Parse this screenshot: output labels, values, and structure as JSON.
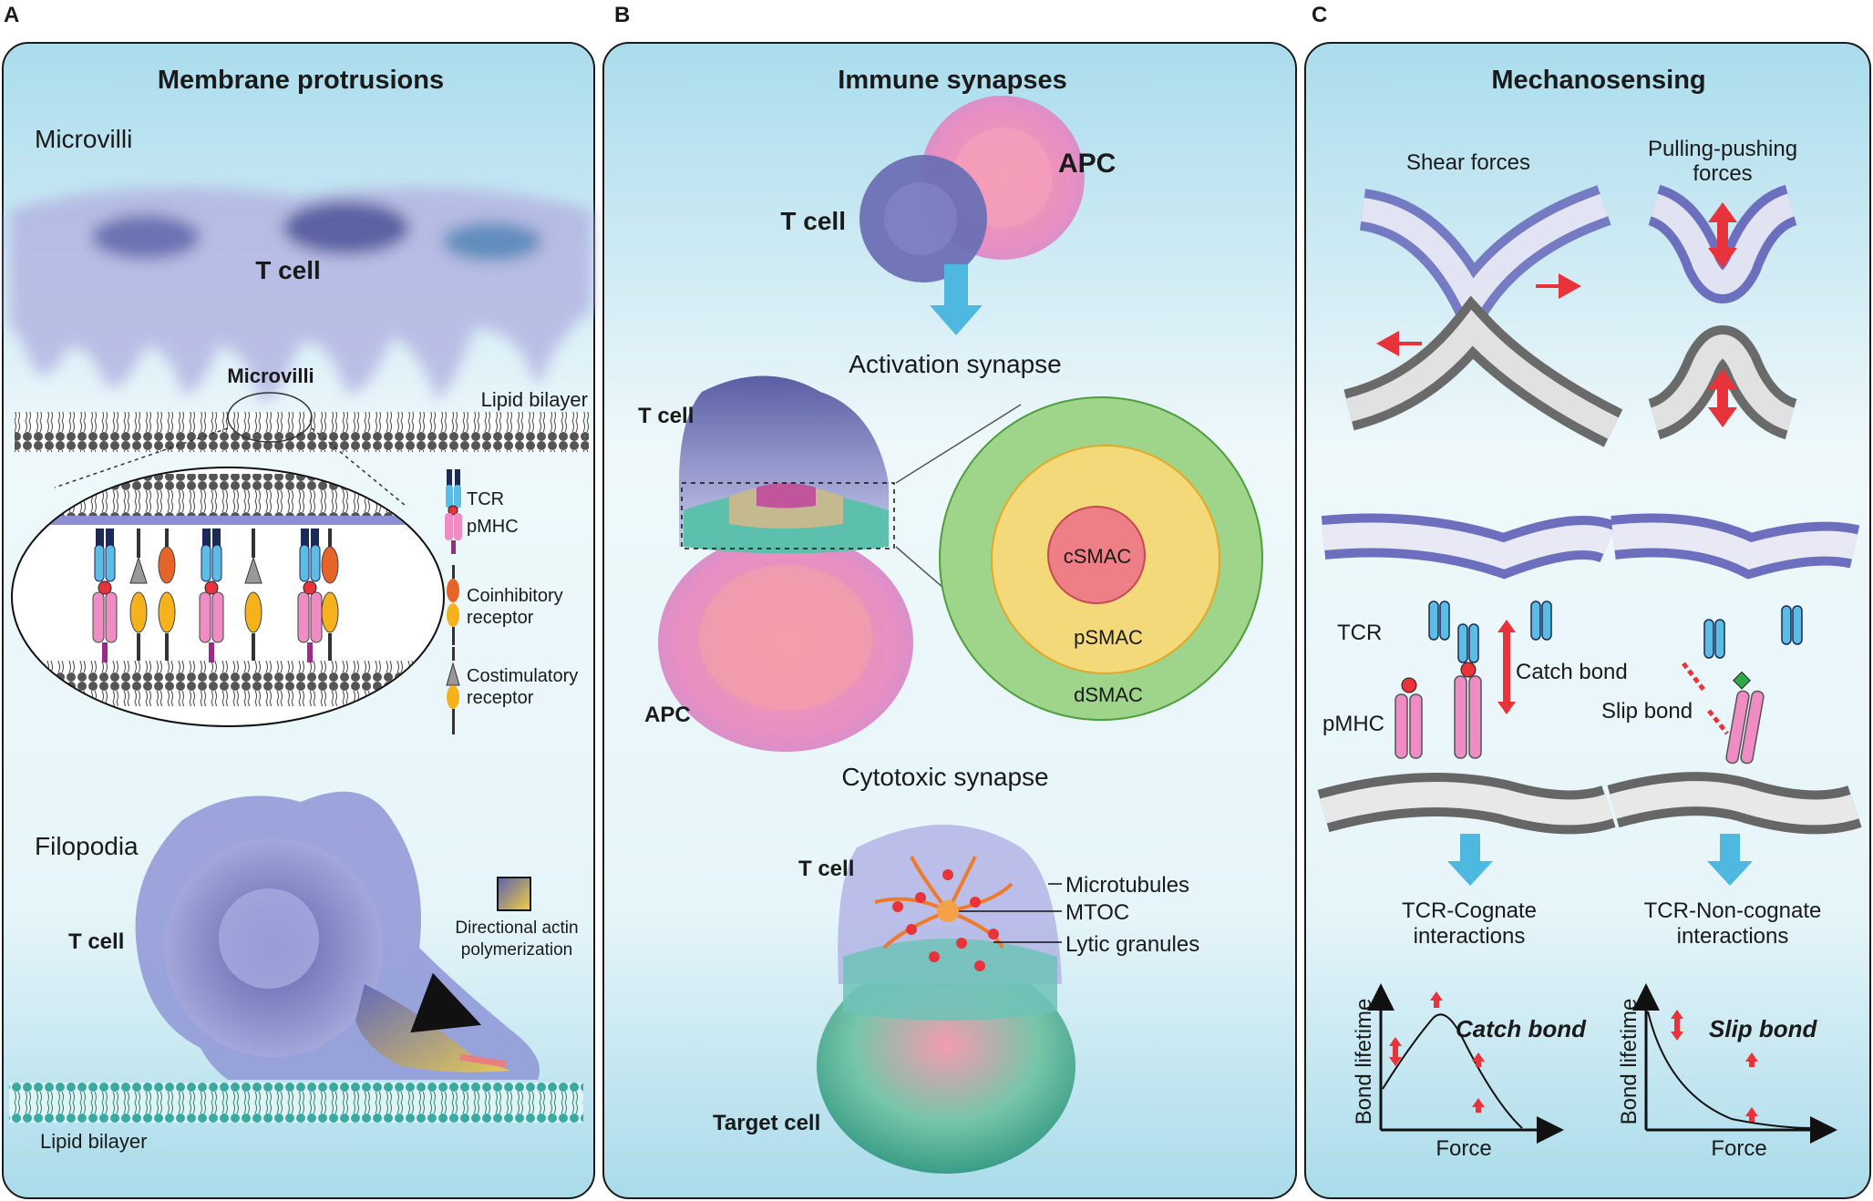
{
  "panels": {
    "a": {
      "letter": "A",
      "title": "Membrane protrusions",
      "microvilli_heading": "Microvilli",
      "tcell_label": "T cell",
      "microvilli_label": "Microvilli",
      "lipid_bilayer_top": "Lipid bilayer",
      "legend": {
        "tcr": "TCR",
        "pmhc": "pMHC",
        "coinhibitory_1": "Coinhibitory",
        "coinhibitory_2": "receptor",
        "costimulatory_1": "Costimulatory",
        "costimulatory_2": "receptor"
      },
      "filopodia_heading": "Filopodia",
      "tcell_label_2": "T cell",
      "actin_1": "Directional actin",
      "actin_2": "polymerization",
      "lipid_bilayer_bottom": "Lipid bilayer"
    },
    "b": {
      "letter": "B",
      "title": "Immune synapses",
      "apc_top": "APC",
      "tcell_top": "T cell",
      "activation_synapse": "Activation synapse",
      "tcell_mid": "T cell",
      "apc_mid": "APC",
      "csmac": "cSMAC",
      "psmac": "pSMAC",
      "dsmac": "dSMAC",
      "cytotoxic_synapse": "Cytotoxic synapse",
      "tcell_bottom": "T cell",
      "microtubules": "Microtubules",
      "mtoc": "MTOC",
      "lytic_granules": "Lytic granules",
      "target_cell": "Target cell"
    },
    "c": {
      "letter": "C",
      "title": "Mechanosensing",
      "shear_forces": "Shear forces",
      "pulling_1": "Pulling-pushing",
      "pulling_2": "forces",
      "tcr": "TCR",
      "catch_bond_label": "Catch bond",
      "pmhc": "pMHC",
      "slip_bond_label": "Slip bond",
      "cognate_1": "TCR-Cognate",
      "cognate_2": "interactions",
      "noncognate_1": "TCR-Non-cognate",
      "noncognate_2": "interactions",
      "plot_catch_title": "Catch bond",
      "plot_slip_title": "Slip bond",
      "ylabel": "Bond lifetime",
      "xlabel": "Force",
      "xlabel_2": "Force",
      "ylabel_2": "Bond lifetime"
    }
  },
  "colors": {
    "panel_fill": "#d6eef5",
    "tcell_purple": "#7e80c6",
    "apc_pink": "#e88fc0",
    "csmac": "#ef7f86",
    "psmac": "#f3d97a",
    "dsmac": "#9ed58a",
    "tcr_blue": "#5bbde3",
    "pmhc_pink": "#f08cc4",
    "force_red": "#e8333a",
    "arrow_blue": "#4fb8e0"
  }
}
